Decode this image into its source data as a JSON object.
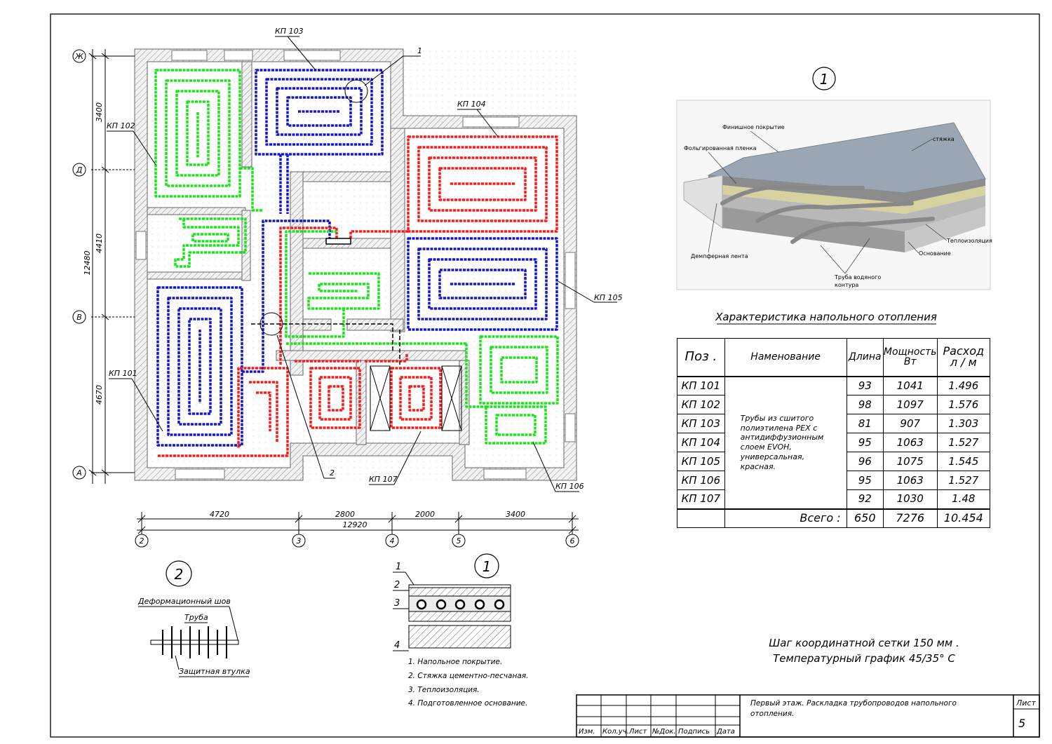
{
  "zones": {
    "kp101": "КП 101",
    "kp102": "КП 102",
    "kp103": "КП 103",
    "kp104": "КП 104",
    "kp105": "КП 105",
    "kp106": "КП 106",
    "kp107": "КП 107"
  },
  "callouts": {
    "c1": "1",
    "c2": "2"
  },
  "axes_rows": [
    "Ж",
    "Д",
    "В",
    "А"
  ],
  "axes_cols": [
    "2",
    "3",
    "4",
    "5",
    "6"
  ],
  "dims_left": {
    "d1": "3400",
    "d2": "4410",
    "d3": "4670",
    "total": "12480"
  },
  "dims_bottom": {
    "d1": "4720",
    "d2": "2800",
    "d3": "2000",
    "d4": "3400",
    "total": "12920"
  },
  "figure_right": {
    "marker": "1",
    "labels": {
      "finish": "Финишное покрытие",
      "foil": "Фольгированная пленка",
      "screed": "стяжка",
      "insulation": "Теплоизоляция",
      "base": "Основание",
      "damper": "Демпферная лента",
      "pipe1": "Труба водяного",
      "pipe2": "контура"
    }
  },
  "table": {
    "title": "Характеристика напольного отопления",
    "headers": {
      "pos": "Поз .",
      "name": "Наменование",
      "len": "Длина",
      "pow1": "Мощность",
      "pow2": "Вт",
      "flow1": "Расход",
      "flow2": "л / м"
    },
    "rows": [
      {
        "pos": "КП 101",
        "len": "93",
        "pow": "1041",
        "flow": "1.496"
      },
      {
        "pos": "КП 102",
        "len": "98",
        "pow": "1097",
        "flow": "1.576"
      },
      {
        "pos": "КП 103",
        "len": "81",
        "pow": "907",
        "flow": "1.303"
      },
      {
        "pos": "КП 104",
        "len": "95",
        "pow": "1063",
        "flow": "1.527"
      },
      {
        "pos": "КП 105",
        "len": "96",
        "pow": "1075",
        "flow": "1.545"
      },
      {
        "pos": "КП 106",
        "len": "95",
        "pow": "1063",
        "flow": "1.527"
      },
      {
        "pos": "КП 107",
        "len": "92",
        "pow": "1030",
        "flow": "1.48"
      }
    ],
    "description": "Трубы из сшитого полиэтилена PEX с антидиффузионным слоем EVOH, универсальная, красная.",
    "total": {
      "label": "Всего :",
      "len": "650",
      "pow": "7276",
      "flow": "10.454"
    }
  },
  "notes": {
    "line1": "Шаг координатной сетки 150 мм .",
    "line2": "Температурный график 45/35° С"
  },
  "detail2": {
    "marker": "2",
    "joint": "Деформационный шов",
    "pipe": "Труба",
    "sleeve": "Защитная втулка"
  },
  "section1": {
    "marker": "1",
    "layer_nums": [
      "1",
      "2",
      "3",
      "4"
    ],
    "legend": [
      "1. Напольное покрытие.",
      "2. Стяжка цементно-песчаная.",
      "3. Теплоизоляция.",
      "4. Подготовленное основание."
    ]
  },
  "title_block": {
    "cols": [
      "Изм.",
      "Кол.уч.",
      "Лист",
      "№Док.",
      "Подпись",
      "Дата"
    ],
    "desc1": "Первый этаж. Раскладка трубопроводов напольного",
    "desc2": "отопления.",
    "sheet_label": "Лист",
    "sheet_no": "5"
  },
  "colors": {
    "red": "#ff1a1a",
    "blue": "#1515d6",
    "green": "#19e619",
    "wall": "#8a8a8a"
  }
}
